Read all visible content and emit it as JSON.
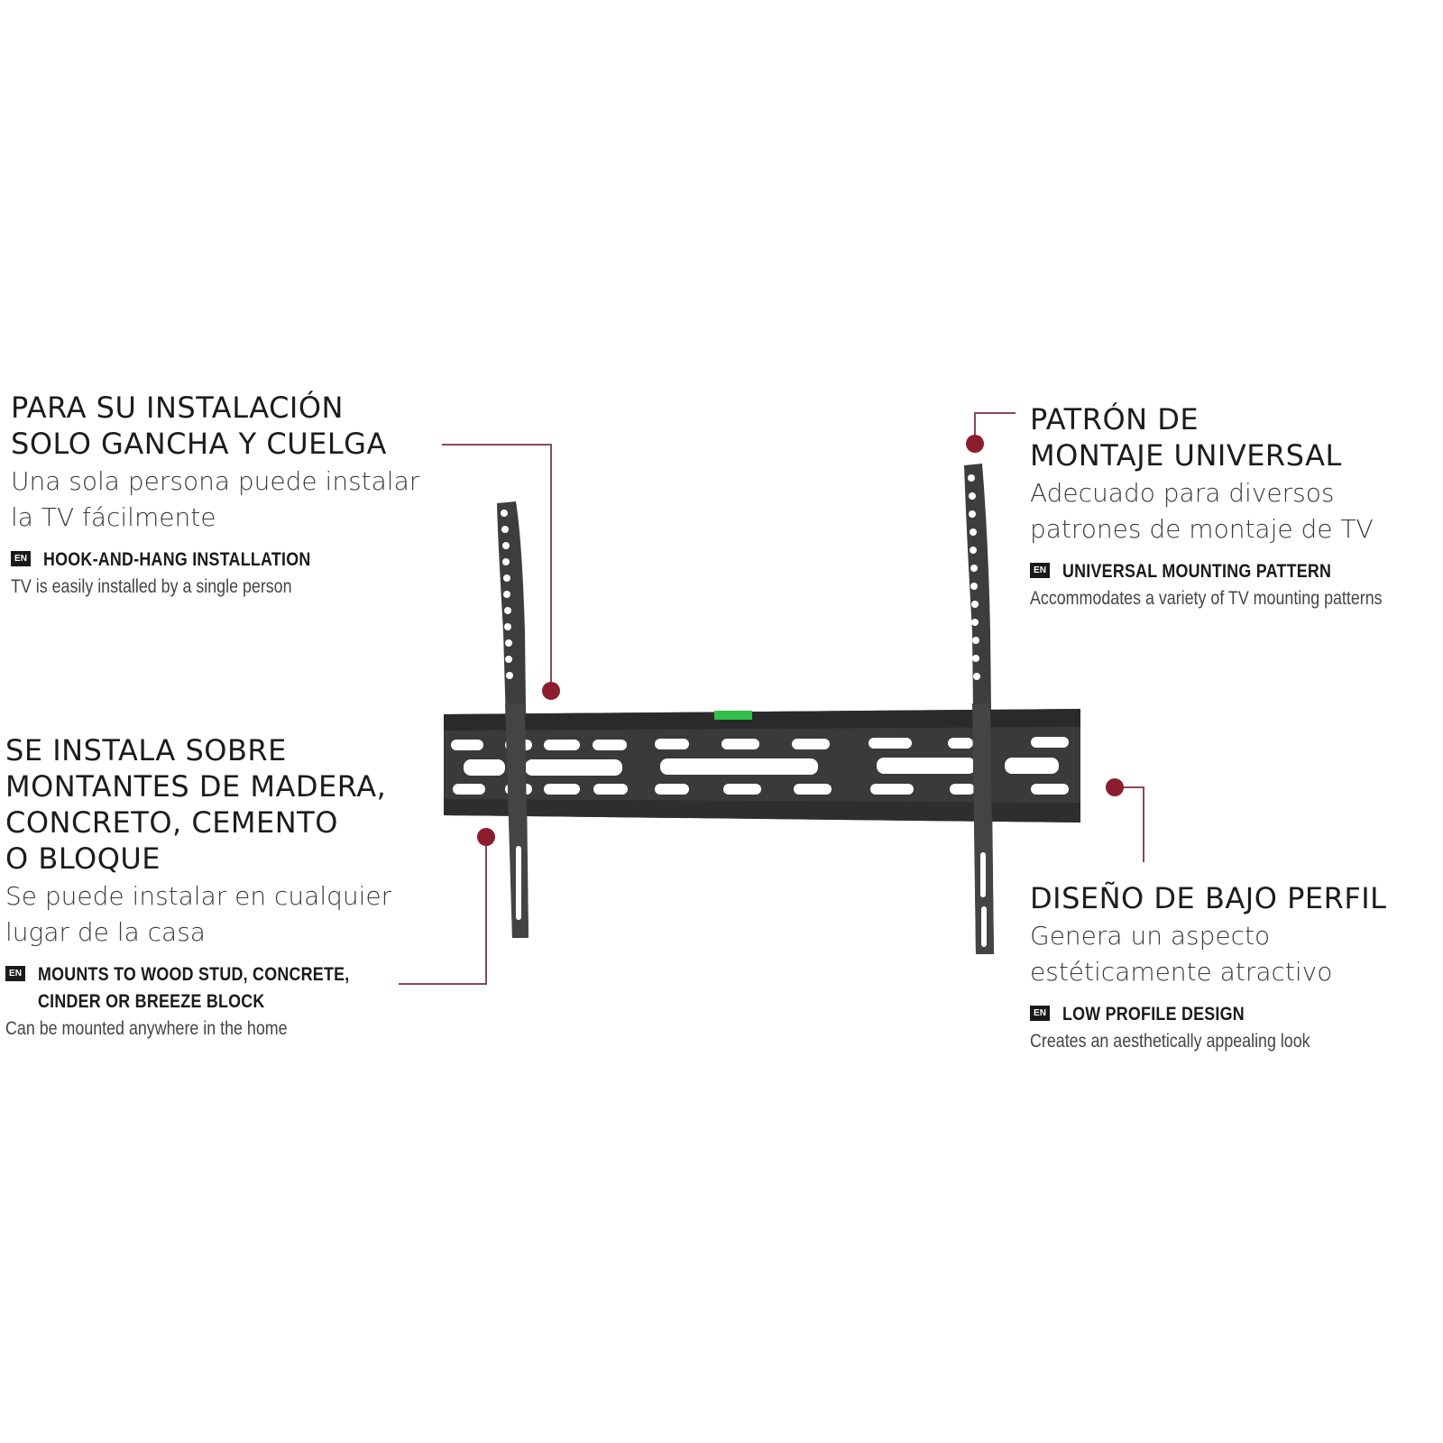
{
  "colors": {
    "callout_dot": "#8b1e2e",
    "callout_line": "#8a4a52",
    "bracket": "#3c3c3c",
    "level_bubble": "#2fbf4a"
  },
  "features": [
    {
      "id": "hook-and-hang",
      "title_es": "PARA SU INSTALACIÓN\nSOLO GANCHA Y CUELGA",
      "subtitle_es": "Una sola persona puede instalar\nla TV fácilmente",
      "badge": "EN",
      "title_en": "HOOK-AND-HANG INSTALLATION",
      "subtitle_en": "TV is easily installed by a single person"
    },
    {
      "id": "universal-pattern",
      "title_es": "PATRÓN DE\nMONTAJE UNIVERSAL",
      "subtitle_es": "Adecuado para diversos\npatrones de montaje de TV",
      "badge": "EN",
      "title_en": "UNIVERSAL MOUNTING PATTERN",
      "subtitle_en": "Accommodates a variety of TV mounting patterns"
    },
    {
      "id": "wall-types",
      "title_es": "SE INSTALA SOBRE\nMONTANTES DE MADERA,\nCONCRETO, CEMENTO\nO BLOQUE",
      "subtitle_es": "Se puede instalar en cualquier\nlugar de la casa",
      "badge": "EN",
      "title_en": "MOUNTS TO WOOD STUD, CONCRETE,\nCINDER OR BREEZE BLOCK",
      "subtitle_en": "Can be mounted anywhere in the home"
    },
    {
      "id": "low-profile",
      "title_es": "DISEÑO DE BAJO PERFIL",
      "subtitle_es": "Genera un aspecto\nestéticamente atractivo",
      "badge": "EN",
      "title_en": "LOW PROFILE DESIGN",
      "subtitle_en": "Creates an aesthetically appealing look"
    }
  ],
  "product": {
    "name": "tv-wall-mount-bracket",
    "icon": "tv-mount-bracket-image"
  }
}
